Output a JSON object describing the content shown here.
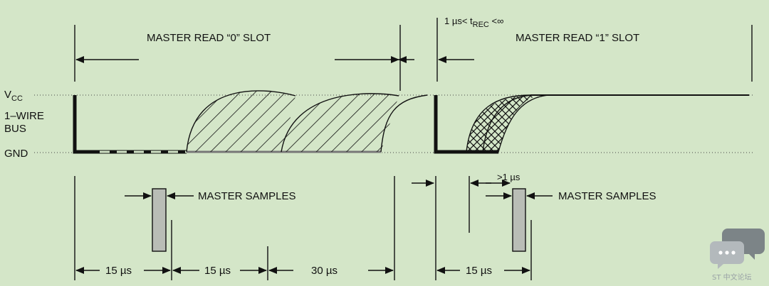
{
  "slot0": {
    "title": "MASTER READ “0” SLOT",
    "samples": "MASTER SAMPLES",
    "t1": "15 µs",
    "t2": "15 µs",
    "t3": "30 µs"
  },
  "slot1": {
    "title": "MASTER READ “1” SLOT",
    "trec": {
      "pre": "1 µs< t",
      "sub": "REC",
      "post": " <∞"
    },
    "samples": "MASTER SAMPLES",
    "gt1": ">1 µs",
    "t1": "15 µs"
  },
  "levels": {
    "vcc": {
      "main": "V",
      "sub": "CC"
    },
    "bus1": "1–WIRE",
    "bus2": "BUS",
    "gnd": "GND"
  },
  "watermark": "ST 中文论坛",
  "colors": {
    "background": "#d4e6c8",
    "ink": "#111111",
    "sample_bar": "#b9bdb6"
  }
}
